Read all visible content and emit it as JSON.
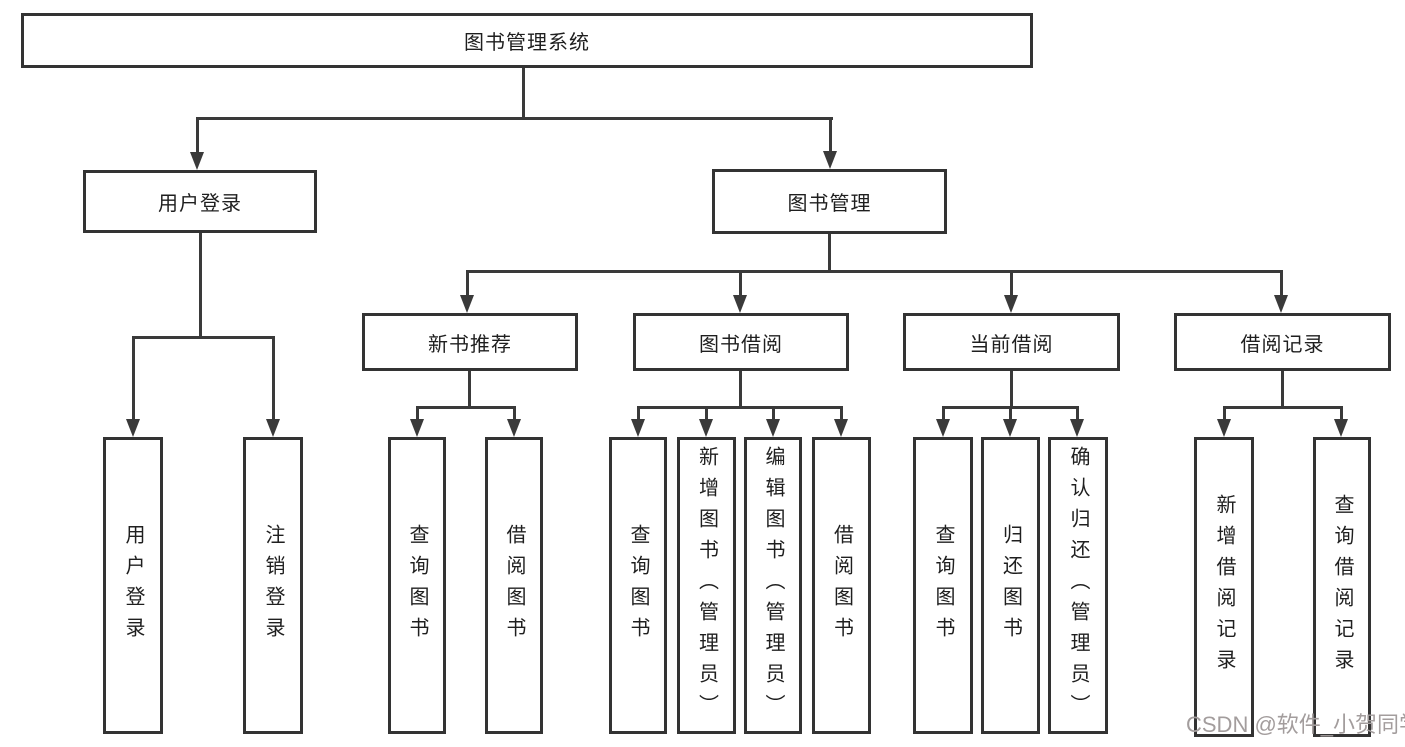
{
  "tree": {
    "root": {
      "label": "图书管理系统"
    },
    "branches": [
      {
        "label": "用户登录",
        "children": [
          {
            "label": "用户登录"
          },
          {
            "label": "注销登录"
          }
        ]
      },
      {
        "label": "图书管理",
        "children": [
          {
            "label": "新书推荐",
            "children": [
              {
                "label": "查询图书"
              },
              {
                "label": "借阅图书"
              }
            ]
          },
          {
            "label": "图书借阅",
            "children": [
              {
                "label": "查询图书"
              },
              {
                "label": "新增图书（管理员）"
              },
              {
                "label": "编辑图书（管理员）"
              },
              {
                "label": "借阅图书"
              }
            ]
          },
          {
            "label": "当前借阅",
            "children": [
              {
                "label": "查询图书"
              },
              {
                "label": "归还图书"
              },
              {
                "label": "确认归还（管理员）"
              }
            ]
          },
          {
            "label": "借阅记录",
            "children": [
              {
                "label": "新增借阅记录"
              },
              {
                "label": "查询借阅记录"
              }
            ]
          }
        ]
      }
    ]
  },
  "watermark": {
    "text": "CSDN @软件_小贺同学"
  },
  "colors": {
    "line": "#3a3a3a",
    "box_border": "#333333",
    "box_fill": "#ffffff",
    "text": "#1f1f1f",
    "watermark": "#a39d9d",
    "background": "#ffffff"
  }
}
